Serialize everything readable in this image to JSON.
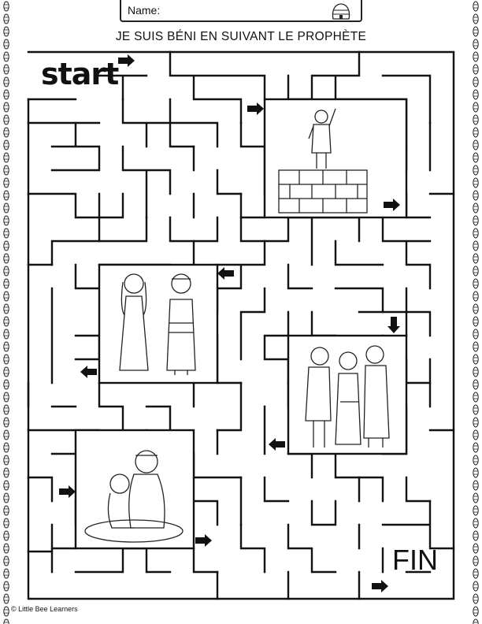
{
  "header": {
    "name_label": "Name:"
  },
  "title": "JE SUIS BÉNI EN SUIVANT LE PROPHÈTE",
  "maze": {
    "start_label": "start",
    "end_label": "FIN"
  },
  "footer": {
    "copyright": "© Little Bee Learners"
  },
  "icons": [
    "beehive-icon",
    "arrow-right-icon",
    "arrow-left-icon",
    "arrow-down-icon"
  ],
  "colors": {
    "ink": "#111111",
    "page": "#ffffff"
  }
}
